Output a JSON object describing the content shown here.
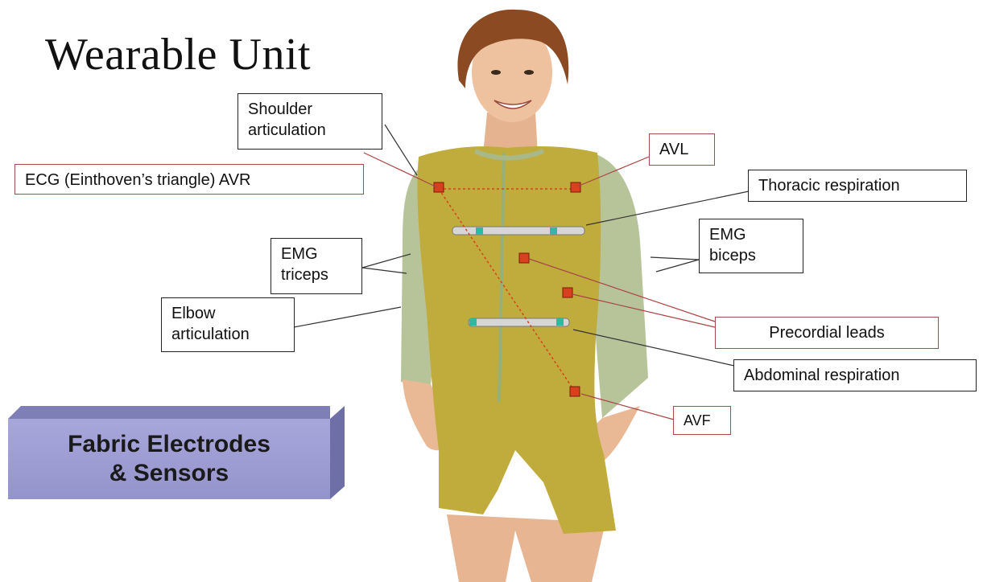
{
  "title": "Wearable Unit",
  "labels": {
    "shoulder": [
      "Shoulder",
      "articulation"
    ],
    "ecg_avr": "ECG (Einthoven’s triangle) AVR",
    "avl": "AVL",
    "thoracic": "Thoracic respiration",
    "emg_biceps": [
      "EMG",
      "biceps"
    ],
    "emg_triceps": [
      "EMG",
      "triceps"
    ],
    "elbow": [
      "Elbow",
      "articulation"
    ],
    "precordial": "Precordial leads",
    "abdominal": "Abdominal respiration",
    "avf": "AVF"
  },
  "banner": [
    "Fabric Electrodes",
    "& Sensors"
  ],
  "colors": {
    "suit_body": "#c0ac3c",
    "suit_sleeves": "#b7c49a",
    "electrode": "#d8401e",
    "sensor_band": "#d6d6d6",
    "sensor_tip": "#2fb9a3",
    "red_leader": "#a84545",
    "skin": "#e9b996",
    "hair": "#8b4a22"
  }
}
